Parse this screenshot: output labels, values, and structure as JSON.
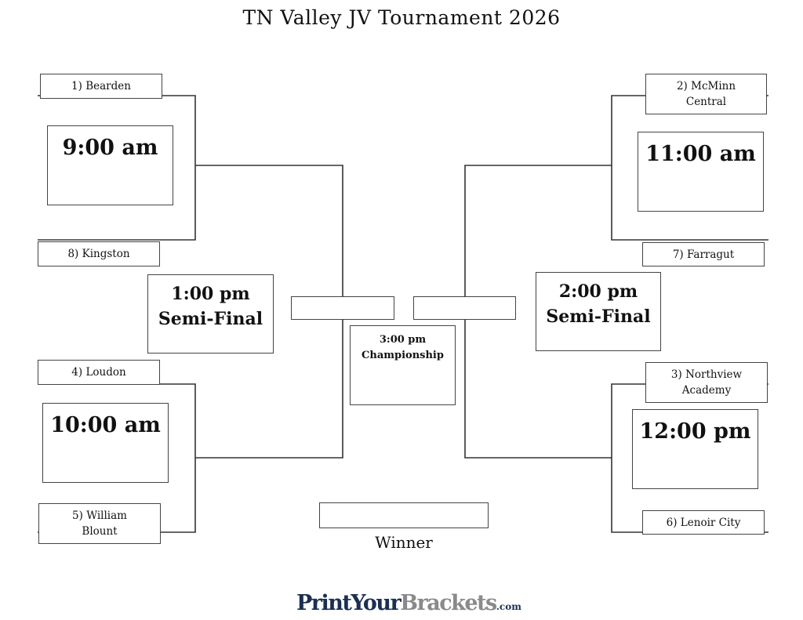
{
  "title": "TN Valley JV Tournament 2026",
  "teams": {
    "t1": "1)  Bearden",
    "t8": "8)  Kingston",
    "t4": "4)  Loudon",
    "t5a": "5)  William",
    "t5b": "Blount",
    "t2a": "2)  McMinn",
    "t2b": "Central",
    "t7": "7)  Farragut",
    "t3a": "3)  Northview",
    "t3b": "Academy",
    "t6": "6)  Lenoir City"
  },
  "games": {
    "g1": "9:00 am",
    "g2": "10:00 am",
    "g3": "11:00 am",
    "g4": "12:00 pm"
  },
  "semis": {
    "left_time": "1:00 pm",
    "right_time": "2:00 pm",
    "label": "Semi-Final"
  },
  "championship": {
    "time": "3:00 pm",
    "label": "Championship"
  },
  "winner_label": "Winner",
  "logo": {
    "part1": "PrintYour",
    "part2": "Brackets",
    "part3": ".com"
  }
}
